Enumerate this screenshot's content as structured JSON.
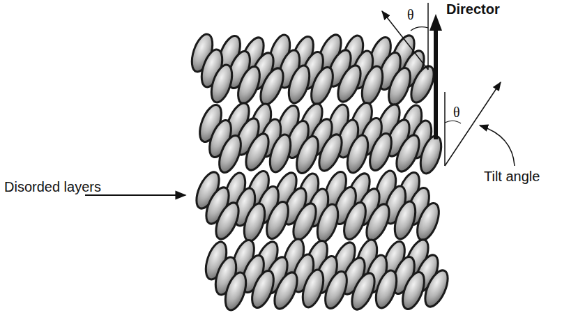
{
  "diagram": {
    "labels": [
      "Director",
      "θ",
      "θ",
      "Disorded layers",
      "Tilt angle"
    ]
  }
}
